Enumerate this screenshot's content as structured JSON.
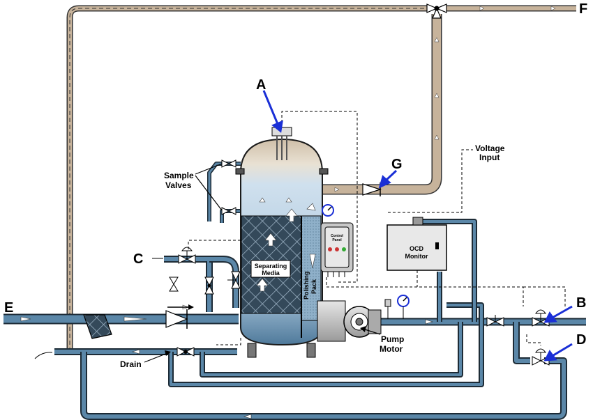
{
  "labels": {
    "a": "A",
    "b": "B",
    "c": "C",
    "d": "D",
    "e": "E",
    "f": "F",
    "g": "G"
  },
  "text": {
    "sample_valves_1": "Sample",
    "sample_valves_2": "Valves",
    "voltage_input_1": "Voltage",
    "voltage_input_2": "Input",
    "separating_media_1": "Separating",
    "separating_media_2": "Media",
    "polishing_pack_1": "Polishing",
    "polishing_pack_2": "Pack",
    "control_panel_1": "Control",
    "control_panel_2": "Panel",
    "ocd_monitor_1": "OCD",
    "ocd_monitor_2": "Monitor",
    "pump_motor_1": "Pump",
    "pump_motor_2": "Motor",
    "drain": "Drain"
  },
  "colors": {
    "water_pipe": "#5b87a8",
    "water_pipe_light": "#9fc0d8",
    "oil_pipe": "#b9a48c",
    "oil_pipe_light": "#d8c8b4",
    "callout_arrow": "#1a2fd6",
    "tank_top": "#e6dccd",
    "tank_mid": "#bcd5e8",
    "tank_bottom": "#5f86a5",
    "media_fill": "#2f4150"
  }
}
